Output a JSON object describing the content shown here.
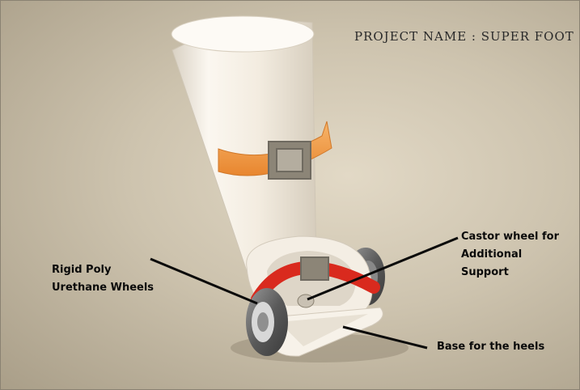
{
  "title": "PROJECT NAME : SUPER FOOT",
  "labels": {
    "wheels": "Rigid Poly\nUrethane Wheels",
    "castor": "Castor wheel for\nAdditional\nSupport",
    "base": "Base for the heels"
  },
  "colors": {
    "shell": "#f6efe4",
    "strap": "#f5a04a",
    "buckle": "#8c8577",
    "castor_arc": "#d92a1e",
    "wheel": "#6e6e6e",
    "pointer": "#0a0a0a"
  }
}
